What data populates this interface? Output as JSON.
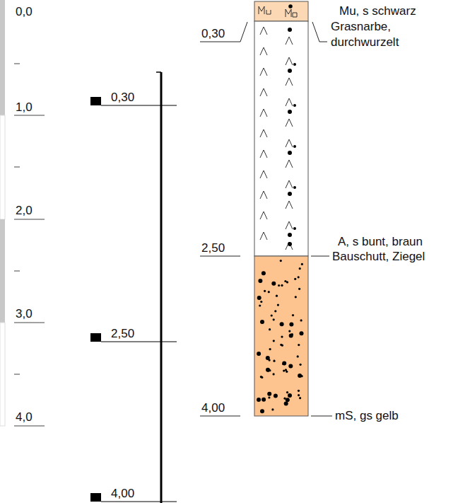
{
  "diagram": {
    "labels": [
      "0,0",
      "1,0",
      "2,0",
      "3,0",
      "4,0",
      "0,30",
      "2,50",
      "4,00",
      "0,30",
      "2,50",
      "4,00",
      "Mu, s schwarz",
      "Grasnarbe,",
      "durchwurzelt",
      "A, s bunt, braun",
      "Bauschutt, Ziegel",
      "mS, gs gelb"
    ]
  }
}
